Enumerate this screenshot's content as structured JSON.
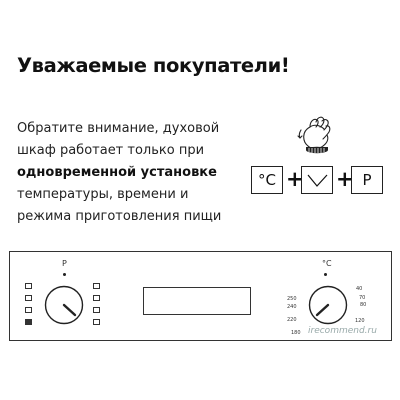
{
  "headline": "Уважаемые покупатели!",
  "notice": {
    "line1": "Обратите внимание, духовой",
    "line2": "шкаф работает только при",
    "line3_bold": "одновременной установке",
    "line4": "температуры, времени и",
    "line5": "режима приготовления пищи"
  },
  "formula": {
    "unit": "°C",
    "plus": "+",
    "program": "P",
    "icons": [
      "thermometer-celsius-icon",
      "clock-icon",
      "program-p-icon"
    ]
  },
  "panel": {
    "mode_dial_label": "P",
    "temp_dial_label": "°C",
    "temperatures_left": [
      "240",
      "220",
      "180"
    ],
    "temperatures_left_upper": [
      "250"
    ],
    "temperatures_right": [
      "40",
      "70",
      "80",
      "120"
    ]
  },
  "watermark": "irecommend.ru"
}
